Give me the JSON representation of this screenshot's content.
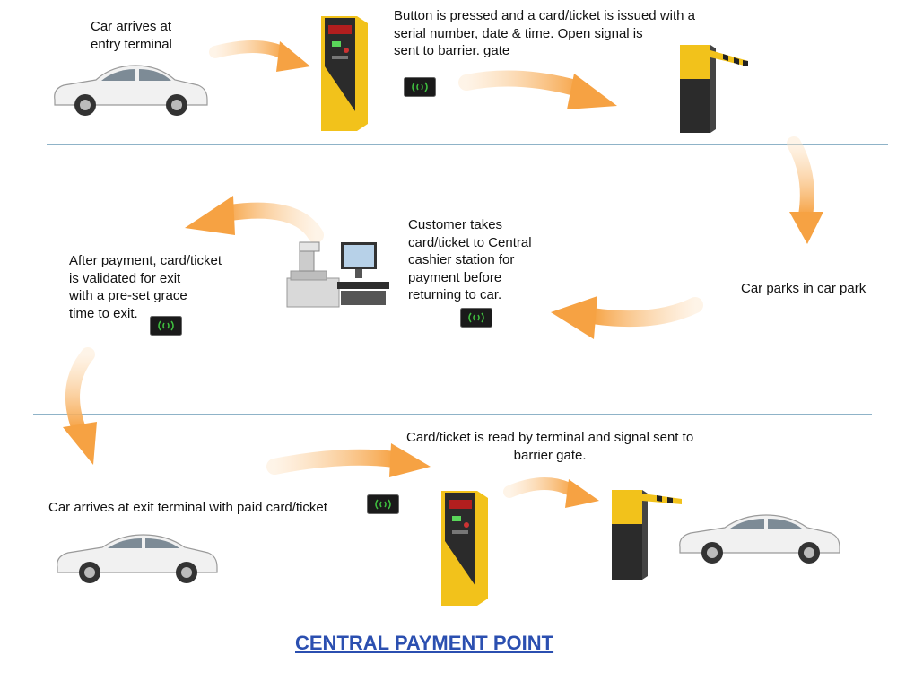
{
  "steps": {
    "entry": "Car arrives at\nentry terminal",
    "issue": "Button is pressed and a card/ticket is issued with a\nserial number, date & time. Open signal  is\nsent to barrier. gate",
    "park": "Car parks in car park",
    "cashier": "Customer  takes\ncard/ticket to Central\ncashier station for\npayment before\nreturning to car.",
    "validate": "After payment, card/ticket\nis validated for exit\nwith a pre-set grace\ntime to exit.",
    "exit_terminal": "Car arrives at exit terminal with paid card/ticket",
    "read": "Card/ticket is read by terminal and signal sent to\nbarrier gate."
  },
  "title": "CENTRAL PAYMENT POINT",
  "colors": {
    "arrow": "#f6a243",
    "terminal_yellow": "#f2c21b",
    "terminal_dark": "#2b2b2b",
    "divider": "#8fb3c8",
    "title": "#2b4fb0",
    "card": "#1a1a1a",
    "card_accent": "#3fbf3f"
  }
}
